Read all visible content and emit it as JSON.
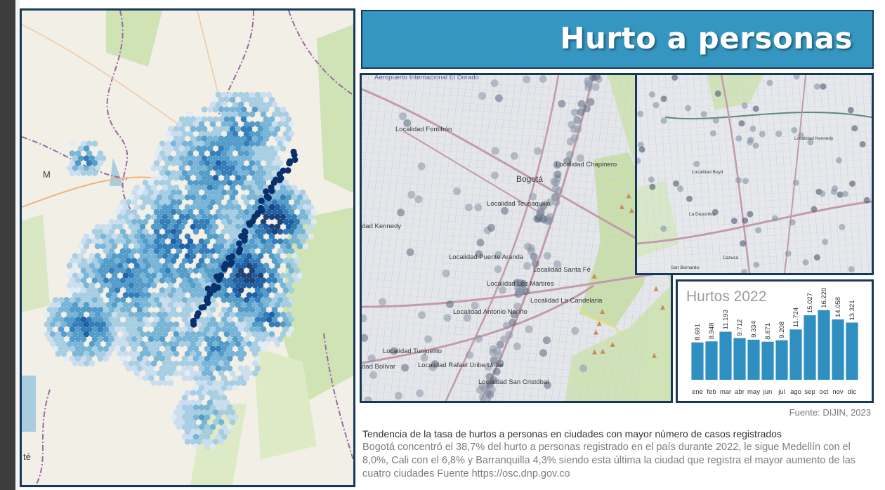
{
  "title": "Hurto a personas",
  "main_map": {
    "labels": [
      "M",
      "té"
    ]
  },
  "center_map": {
    "labels": [
      "Aeropuerto Internacional El Dorado",
      "Localidad Fontibón",
      "Bogotá",
      "Localidad Chapinero",
      "Localidad Teusaquillo",
      "dad Kennedy",
      "Localidad Puente Aranda",
      "Localidad Santa Fé",
      "Localidad Los Mártires",
      "Localidad La Candelaria",
      "Localidad Antonio Nariño",
      "Localidad Tunjuelito",
      "dad Bolívar",
      "Localidad Rafael Uribe Uribe",
      "Localidad San Cristóbal"
    ]
  },
  "zoom_map": {
    "labels": [
      "Localidad Kennedy",
      "Localidad Boyd",
      "La Deportiva",
      "San Bernardo",
      "Cazucá"
    ]
  },
  "chart_data": {
    "type": "bar",
    "title": "Hurtos 2022",
    "categories": [
      "ene",
      "feb",
      "mar",
      "abr",
      "may",
      "jun",
      "jul",
      "ago",
      "sep",
      "oct",
      "nov",
      "dic"
    ],
    "values": [
      8691,
      8948,
      11193,
      9712,
      9334,
      8871,
      9208,
      11724,
      15027,
      16220,
      14058,
      13321
    ],
    "value_labels": [
      "8.691",
      "8.948",
      "11.193",
      "9.712",
      "9.334",
      "8.871",
      "9.208",
      "11.724",
      "15.027",
      "16.220",
      "14.058",
      "13.321"
    ],
    "bar_color": "#2f8fc0",
    "grid": false,
    "ylim": [
      0,
      17000
    ]
  },
  "source": "Fuente: DIJIN, 2023",
  "description": {
    "title": "Tendencia de la tasa de hurtos a personas en ciudades con mayor número de casos registrados",
    "body": "Bogotá concentró el 38,7% del hurto a personas registrado en el país durante 2022, le sigue Medellín con el 8,0%, Cali con el 6,8% y Barranquilla 4,3% siendo esta última la ciudad que registra el mayor aumento de las cuatro ciudades Fuente https://osc.dnp.gov.co"
  },
  "colors": {
    "accent": "#3596c1",
    "border": "#16395a",
    "hotspot_dark": "#08306b",
    "hotspot_light": "#c6dbef"
  }
}
